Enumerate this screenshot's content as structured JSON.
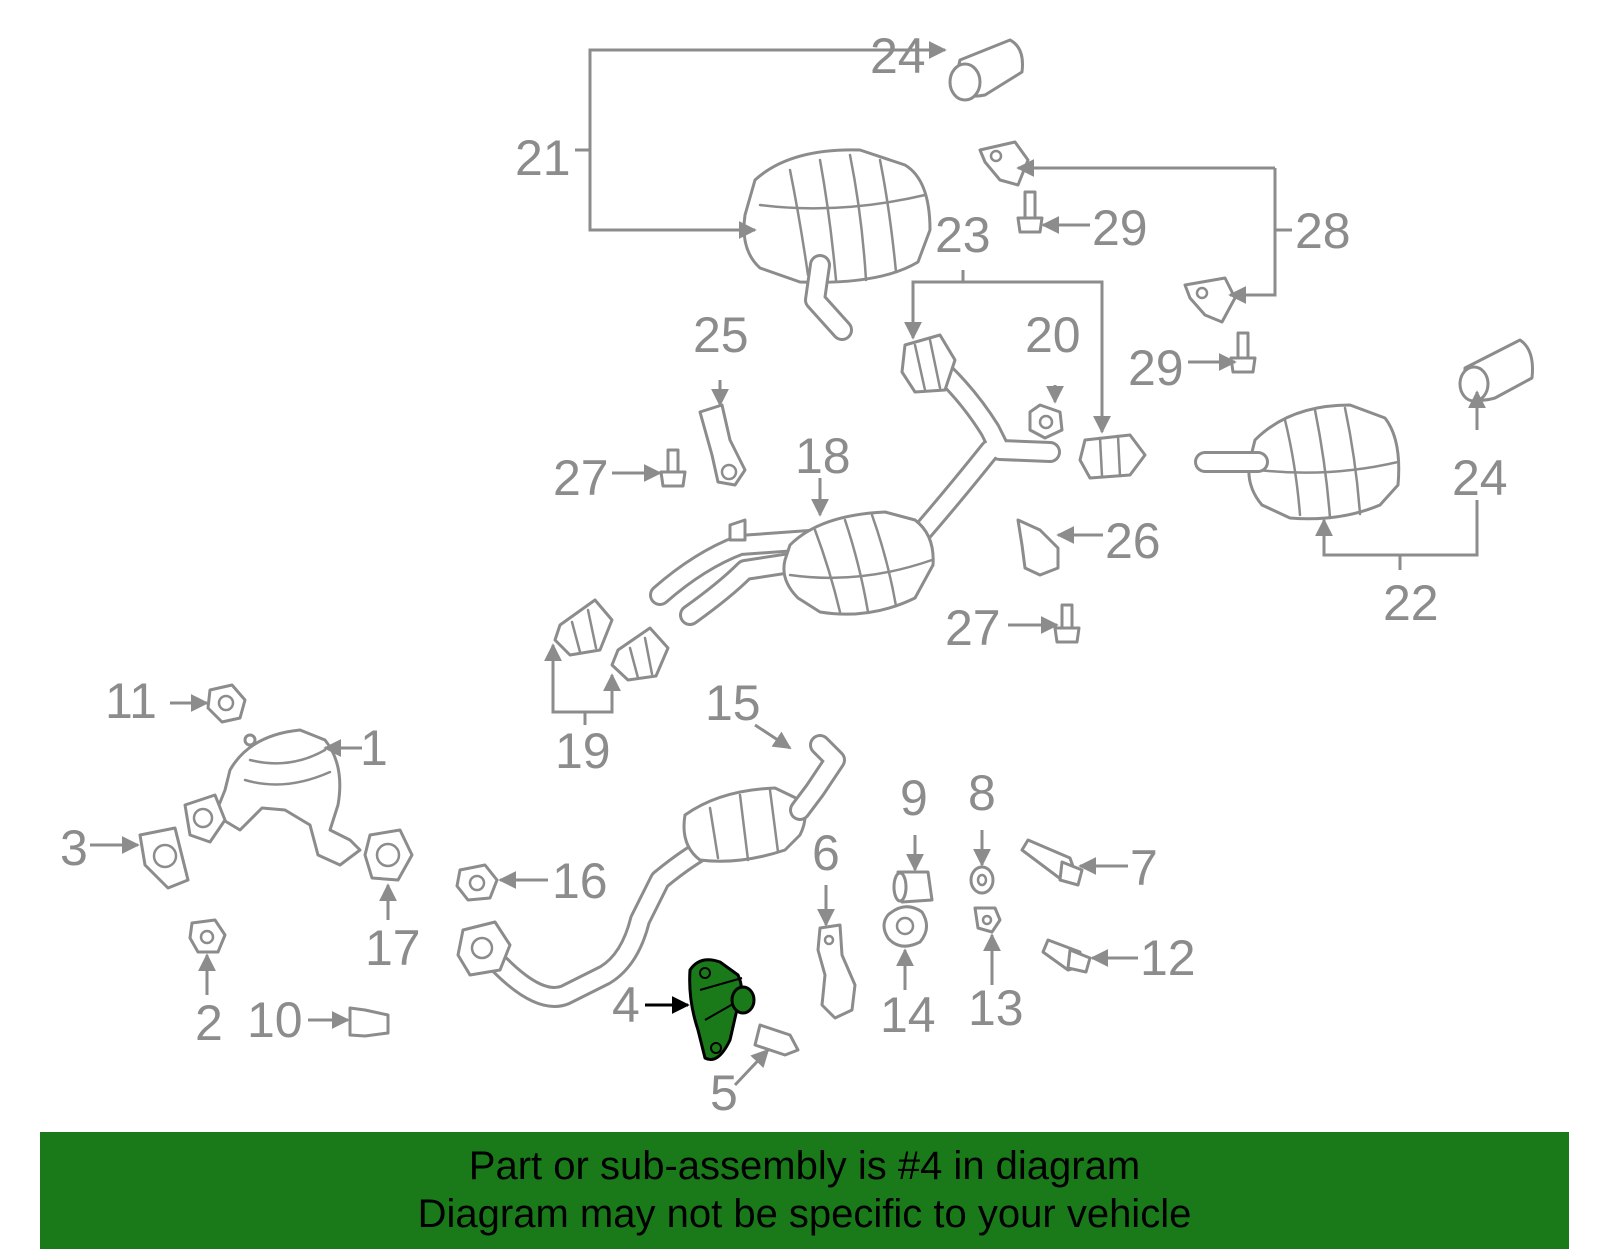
{
  "colors": {
    "parts": "#8c8c8c",
    "highlight_fill": "#1a7a1a",
    "highlight_label": "#000000",
    "banner": "#1a7a1a"
  },
  "labels": {
    "l1": "1",
    "l2": "2",
    "l3": "3",
    "l4": "4",
    "l5": "5",
    "l6": "6",
    "l7": "7",
    "l8": "8",
    "l9": "9",
    "l10": "10",
    "l11": "11",
    "l12": "12",
    "l13": "13",
    "l14": "14",
    "l15": "15",
    "l16": "16",
    "l17": "17",
    "l18": "18",
    "l19": "19",
    "l20": "20",
    "l21": "21",
    "l22": "22",
    "l23": "23",
    "l24a": "24",
    "l24b": "24",
    "l25": "25",
    "l26": "26",
    "l27a": "27",
    "l27b": "27",
    "l28": "28",
    "l29a": "29",
    "l29b": "29"
  },
  "banner": {
    "line1": "Part or sub-assembly is #4 in diagram",
    "line2": "Diagram may not be specific to your vehicle"
  }
}
